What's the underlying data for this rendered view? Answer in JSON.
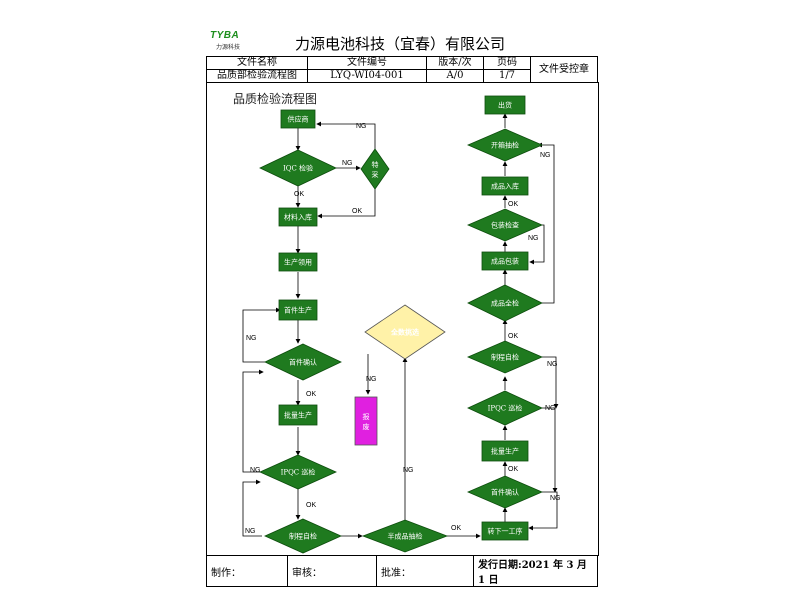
{
  "logo": {
    "mark": "TYBA",
    "sub": "力源科技"
  },
  "company": "力源电池科技（宜春）有限公司",
  "header": {
    "col_name": "文件名称",
    "col_code": "文件编号",
    "col_version": "版本/次",
    "col_page": "页码",
    "controlled": "文件受控章",
    "name": "品质部检验流程图",
    "code": "LYQ-WI04-001",
    "version": "A/0",
    "page": "1/7"
  },
  "chart_title": "品质检验流程图",
  "nodes": {
    "supplier": "供应商",
    "iqc": "IQC 检验",
    "special": "特采",
    "material_in": "材料入库",
    "prod_pick": "生产领用",
    "first_prod": "首件生产",
    "first_confirm": "首件确认",
    "mass_prod": "批量生产",
    "ipqc": "IPQC 巡检",
    "process_self": "制程自检",
    "semi_check": "半成品抽检",
    "full_sort": "全数挑选",
    "scrap": "报废",
    "next_proc": "转下一工序",
    "first_confirm2": "首件确认",
    "mass_prod2": "批量生产",
    "ipqc2": "IPQC 巡检",
    "process_self2": "制程自检",
    "final_full": "成品全检",
    "final_pack": "成品包装",
    "pack_check": "包装检查",
    "final_in": "成品入库",
    "open_box": "开箱抽检",
    "ship": "出货"
  },
  "edge_labels": {
    "ok": "OK",
    "ng": "NG"
  },
  "footer": {
    "made": "制作：",
    "review": "审核：",
    "approve": "批准：",
    "issue": "发行日期:2021 年 3 月 1 日"
  },
  "colors": {
    "node": "#1f7a1f",
    "node_stroke": "#0d4d0d",
    "yellow": "#fff2a8",
    "magenta": "#e020e0"
  }
}
